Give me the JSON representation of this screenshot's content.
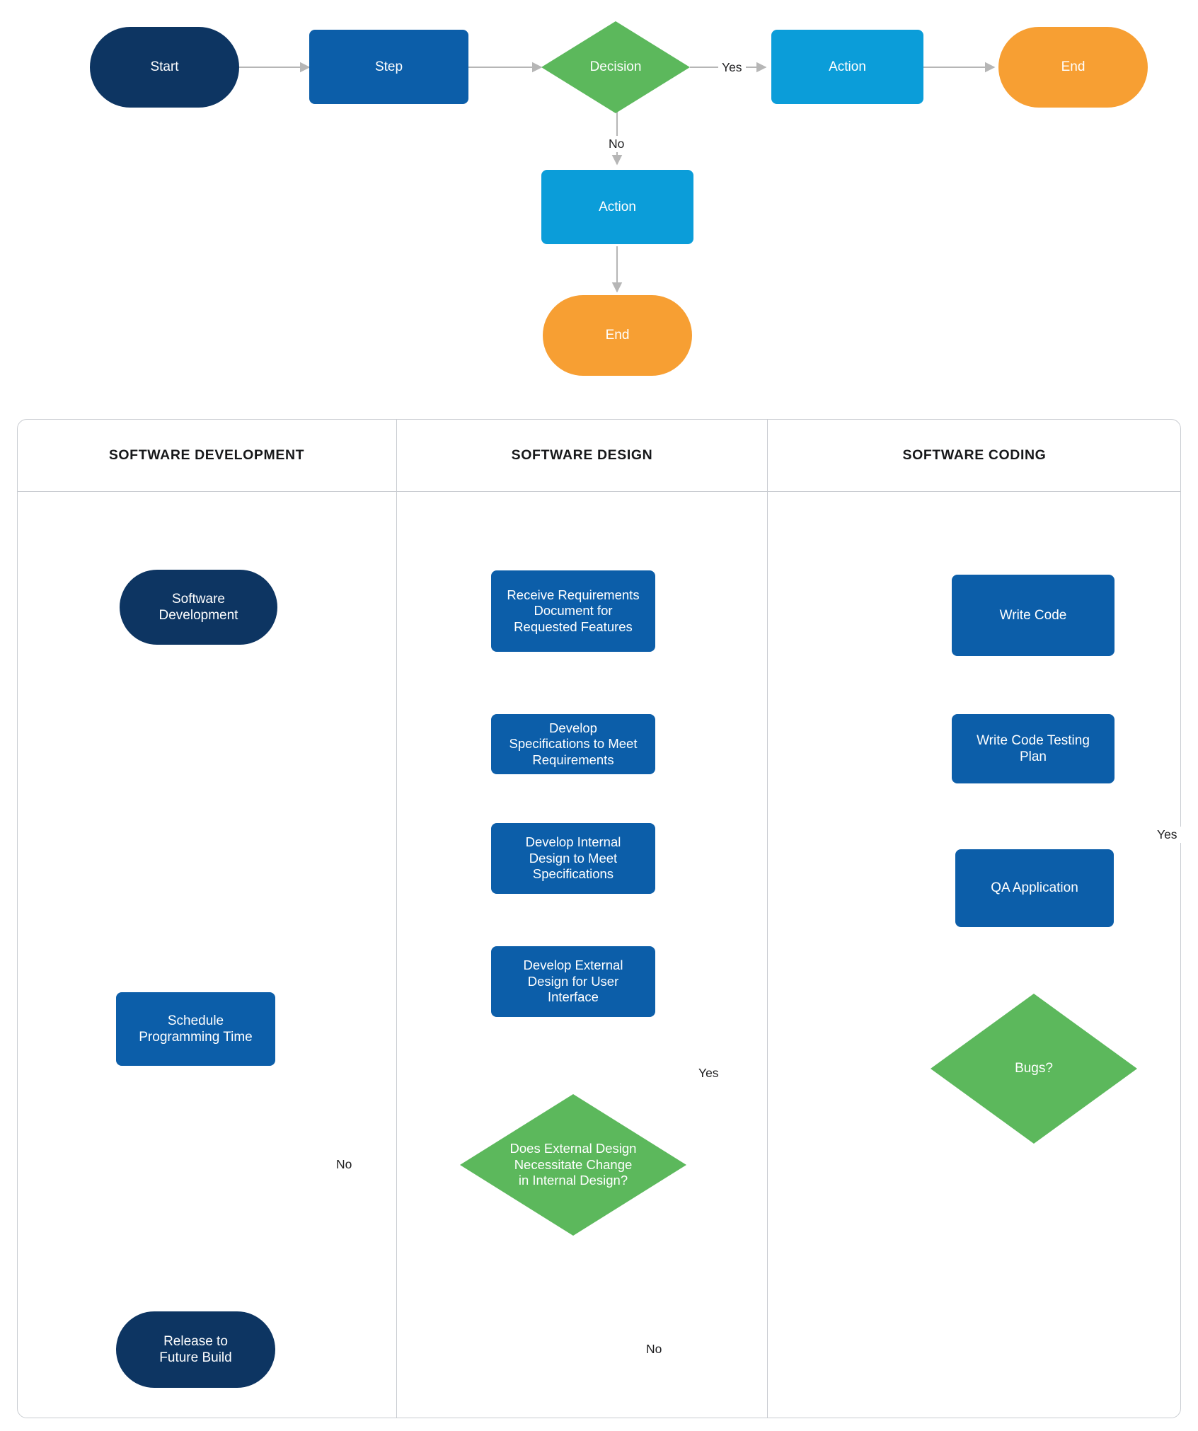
{
  "legend_flow": {
    "name": "basic-flowchart-legend",
    "nodes": [
      {
        "id": "start",
        "label": "Start",
        "shape": "terminator",
        "color": "#0d3562"
      },
      {
        "id": "step",
        "label": "Step",
        "shape": "process",
        "color": "#0c5ea9"
      },
      {
        "id": "decision",
        "label": "Decision",
        "shape": "decision",
        "color": "#5cb85c"
      },
      {
        "id": "action1",
        "label": "Action",
        "shape": "process",
        "color": "#0b9dd9"
      },
      {
        "id": "end1",
        "label": "End",
        "shape": "terminator",
        "color": "#f79f33"
      },
      {
        "id": "action2",
        "label": "Action",
        "shape": "process",
        "color": "#0b9dd9"
      },
      {
        "id": "end2",
        "label": "End",
        "shape": "terminator",
        "color": "#f79f33"
      }
    ],
    "edges": [
      {
        "from": "start",
        "to": "step",
        "label": ""
      },
      {
        "from": "step",
        "to": "decision",
        "label": ""
      },
      {
        "from": "decision",
        "to": "action1",
        "label": "Yes"
      },
      {
        "from": "action1",
        "to": "end1",
        "label": ""
      },
      {
        "from": "decision",
        "to": "action2",
        "label": "No"
      },
      {
        "from": "action2",
        "to": "end2",
        "label": ""
      }
    ]
  },
  "swimlane": {
    "lanes": [
      {
        "id": "lane-development",
        "title": "SOFTWARE DEVELOPMENT"
      },
      {
        "id": "lane-design",
        "title": "SOFTWARE DESIGN"
      },
      {
        "id": "lane-coding",
        "title": "SOFTWARE CODING"
      }
    ],
    "nodes": [
      {
        "id": "software-development",
        "label": "Software\nDevelopment",
        "shape": "terminator",
        "color": "#0d3562",
        "lane": "lane-development"
      },
      {
        "id": "schedule-programming",
        "label": "Schedule\nProgramming Time",
        "shape": "process",
        "color": "#0c5ea9",
        "lane": "lane-development"
      },
      {
        "id": "release-future-build",
        "label": "Release to\nFuture Build",
        "shape": "terminator",
        "color": "#0d3562",
        "lane": "lane-development"
      },
      {
        "id": "receive-requirements",
        "label": "Receive Requirements\nDocument for\nRequested Features",
        "shape": "process",
        "color": "#0c5ea9",
        "lane": "lane-design"
      },
      {
        "id": "develop-specifications",
        "label": "Develop\nSpecifications to Meet\nRequirements",
        "shape": "process",
        "color": "#0c5ea9",
        "lane": "lane-design"
      },
      {
        "id": "develop-internal",
        "label": "Develop Internal\nDesign to Meet\nSpecifications",
        "shape": "process",
        "color": "#0c5ea9",
        "lane": "lane-design"
      },
      {
        "id": "develop-external",
        "label": "Develop External\nDesign for User\nInterface",
        "shape": "process",
        "color": "#0c5ea9",
        "lane": "lane-design"
      },
      {
        "id": "external-decision",
        "label": "Does External Design\nNecessitate Change\nin Internal Design?",
        "shape": "decision",
        "color": "#5cb85c",
        "lane": "lane-design"
      },
      {
        "id": "write-code",
        "label": "Write Code",
        "shape": "process",
        "color": "#0c5ea9",
        "lane": "lane-coding"
      },
      {
        "id": "write-code-test-plan",
        "label": "Write  Code Testing\nPlan",
        "shape": "process",
        "color": "#0c5ea9",
        "lane": "lane-coding"
      },
      {
        "id": "qa-application",
        "label": "QA Application",
        "shape": "process",
        "color": "#0c5ea9",
        "lane": "lane-coding"
      },
      {
        "id": "bugs-decision",
        "label": "Bugs?",
        "shape": "decision",
        "color": "#5cb85c",
        "lane": "lane-coding"
      }
    ],
    "edges": [
      {
        "from": "software-development",
        "to": "receive-requirements",
        "label": ""
      },
      {
        "from": "receive-requirements",
        "to": "develop-specifications",
        "label": ""
      },
      {
        "from": "develop-specifications",
        "to": "develop-internal",
        "label": ""
      },
      {
        "from": "develop-internal",
        "to": "develop-external",
        "label": ""
      },
      {
        "from": "develop-external",
        "to": "external-decision",
        "label": ""
      },
      {
        "from": "external-decision",
        "to": "develop-external",
        "label": "Yes"
      },
      {
        "from": "external-decision",
        "to": "schedule-programming",
        "label": "No"
      },
      {
        "from": "schedule-programming",
        "to": "write-code",
        "label": ""
      },
      {
        "from": "write-code",
        "to": "write-code-test-plan",
        "label": ""
      },
      {
        "from": "write-code-test-plan",
        "to": "qa-application",
        "label": ""
      },
      {
        "from": "qa-application",
        "to": "bugs-decision",
        "label": ""
      },
      {
        "from": "bugs-decision",
        "to": "write-code",
        "label": "Yes"
      },
      {
        "from": "bugs-decision",
        "to": "release-future-build",
        "label": "No"
      }
    ]
  },
  "palette": {
    "navy": "#0d3562",
    "blue": "#0c5ea9",
    "light_blue": "#0b9dd9",
    "green": "#5cb85c",
    "orange": "#f79f33",
    "connector": "#b6b6b6",
    "lane_border": "#c9ccd1",
    "label_text": "#1d1d1f"
  }
}
